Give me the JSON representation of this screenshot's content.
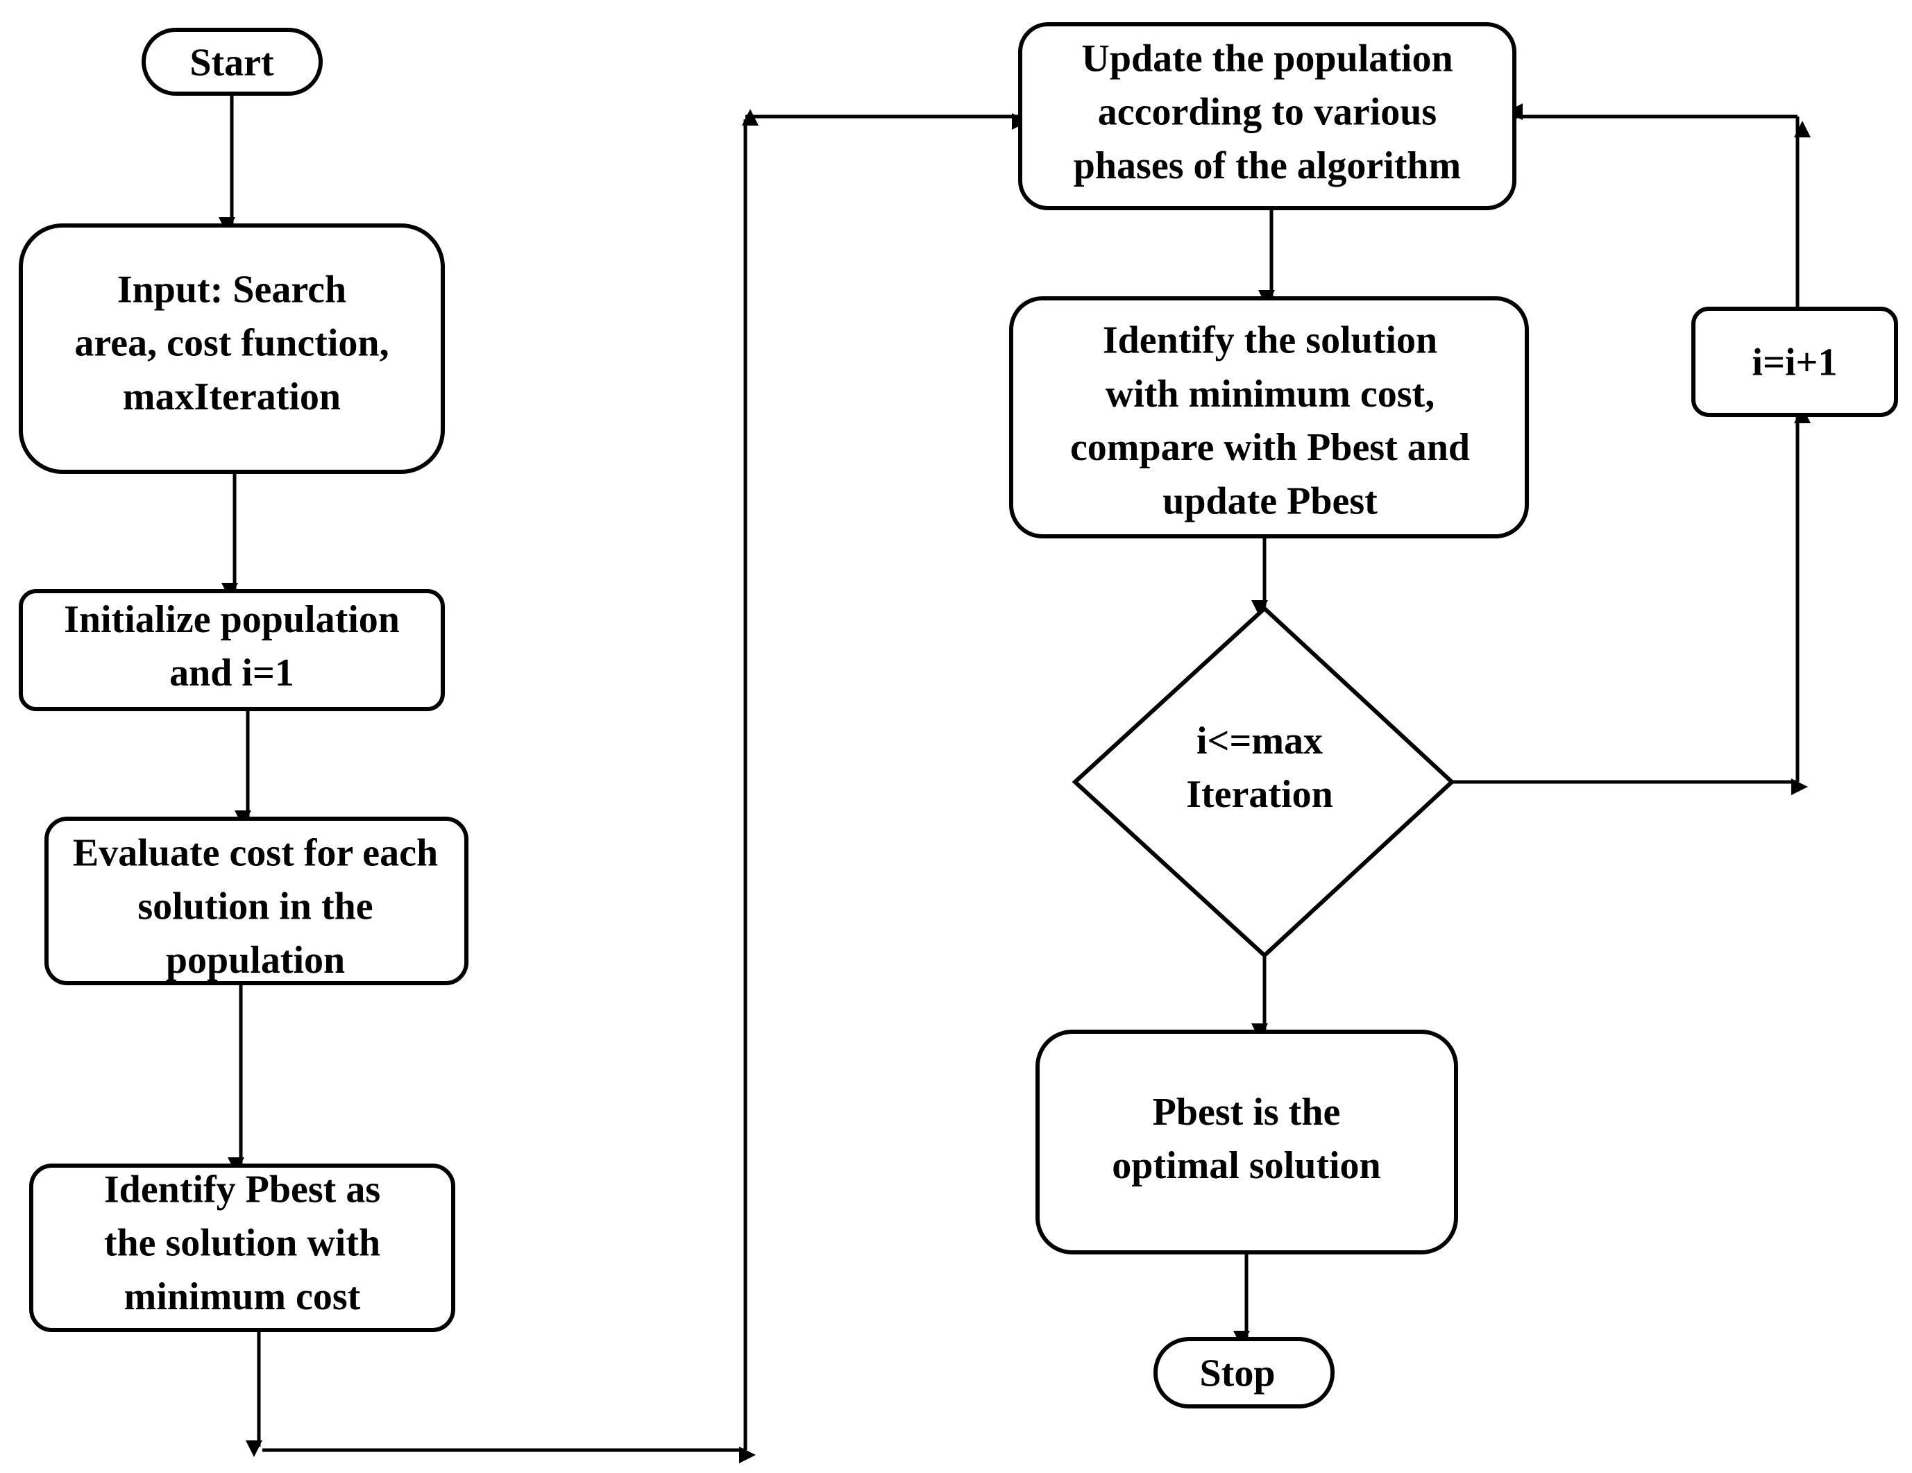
{
  "diagram": {
    "nodes": {
      "start": {
        "lines": [
          "Start"
        ]
      },
      "input": {
        "lines": [
          "Input: Search",
          "area, cost function,",
          "maxIteration"
        ]
      },
      "init": {
        "lines": [
          "Initialize population",
          "and i=1"
        ]
      },
      "evaluate": {
        "lines": [
          "Evaluate cost for each",
          "solution in the",
          "population"
        ]
      },
      "pbest_init": {
        "lines": [
          "Identify  Pbest  as",
          "the  solution  with",
          "minimum cost"
        ]
      },
      "update": {
        "lines": [
          "Update  the population",
          "according  to various",
          "phases of the algorithm"
        ]
      },
      "identify_min": {
        "lines": [
          "Identify the solution",
          "with minimum cost,",
          "compare with Pbest and",
          "update Pbest"
        ]
      },
      "decision": {
        "lines": [
          "i<=max",
          "Iteration"
        ]
      },
      "increment": {
        "lines": [
          "i=i+1"
        ]
      },
      "optimal": {
        "lines": [
          "Pbest is the",
          "optimal solution"
        ]
      },
      "stop": {
        "lines": [
          "Stop"
        ]
      }
    }
  }
}
